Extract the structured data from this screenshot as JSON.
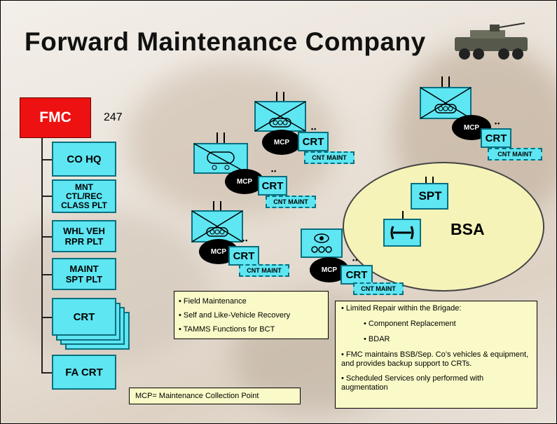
{
  "title": "Forward Maintenance Company",
  "fmc": {
    "label": "FMC",
    "count": "247"
  },
  "org_boxes": [
    {
      "label": "CO HQ"
    },
    {
      "lines": [
        "MNT",
        "CTL/REC",
        "CLASS PLT"
      ]
    },
    {
      "lines": [
        "WHL VEH",
        "RPR PLT"
      ]
    },
    {
      "lines": [
        "MAINT",
        "SPT PLT"
      ]
    },
    {
      "label": "CRT"
    },
    {
      "label": "FA CRT"
    }
  ],
  "units": {
    "mcp": "MCP",
    "crt": "CRT",
    "cnt_maint": "CNT MAINT",
    "dots": "••"
  },
  "bsa": {
    "label": "BSA",
    "spt": "SPT"
  },
  "notes_left": [
    "• Field Maintenance",
    "• Self and Like-Vehicle Recovery",
    "• TAMMS Functions for BCT"
  ],
  "notes_right": {
    "lead": "• Limited Repair within the Brigade:",
    "sub": [
      "• Component Replacement",
      "• BDAR"
    ],
    "items": [
      "• FMC maintains BSB/Sep. Co’s vehicles & equipment, and provides backup support to CRTs.",
      "• Scheduled Services only performed with augmentation"
    ]
  },
  "mcp_legend": "MCP= Maintenance Collection Point",
  "colors": {
    "fmc_red": "#ee1111",
    "unit_cyan": "#5ee6f2",
    "note_yellow": "#fafac8",
    "bsa_yellow": "#f6f3b8"
  },
  "icons": [
    "stryker-vehicle-icon",
    "maintenance-unit-icon",
    "wheeled-unit-icon",
    "support-unit-icon"
  ]
}
